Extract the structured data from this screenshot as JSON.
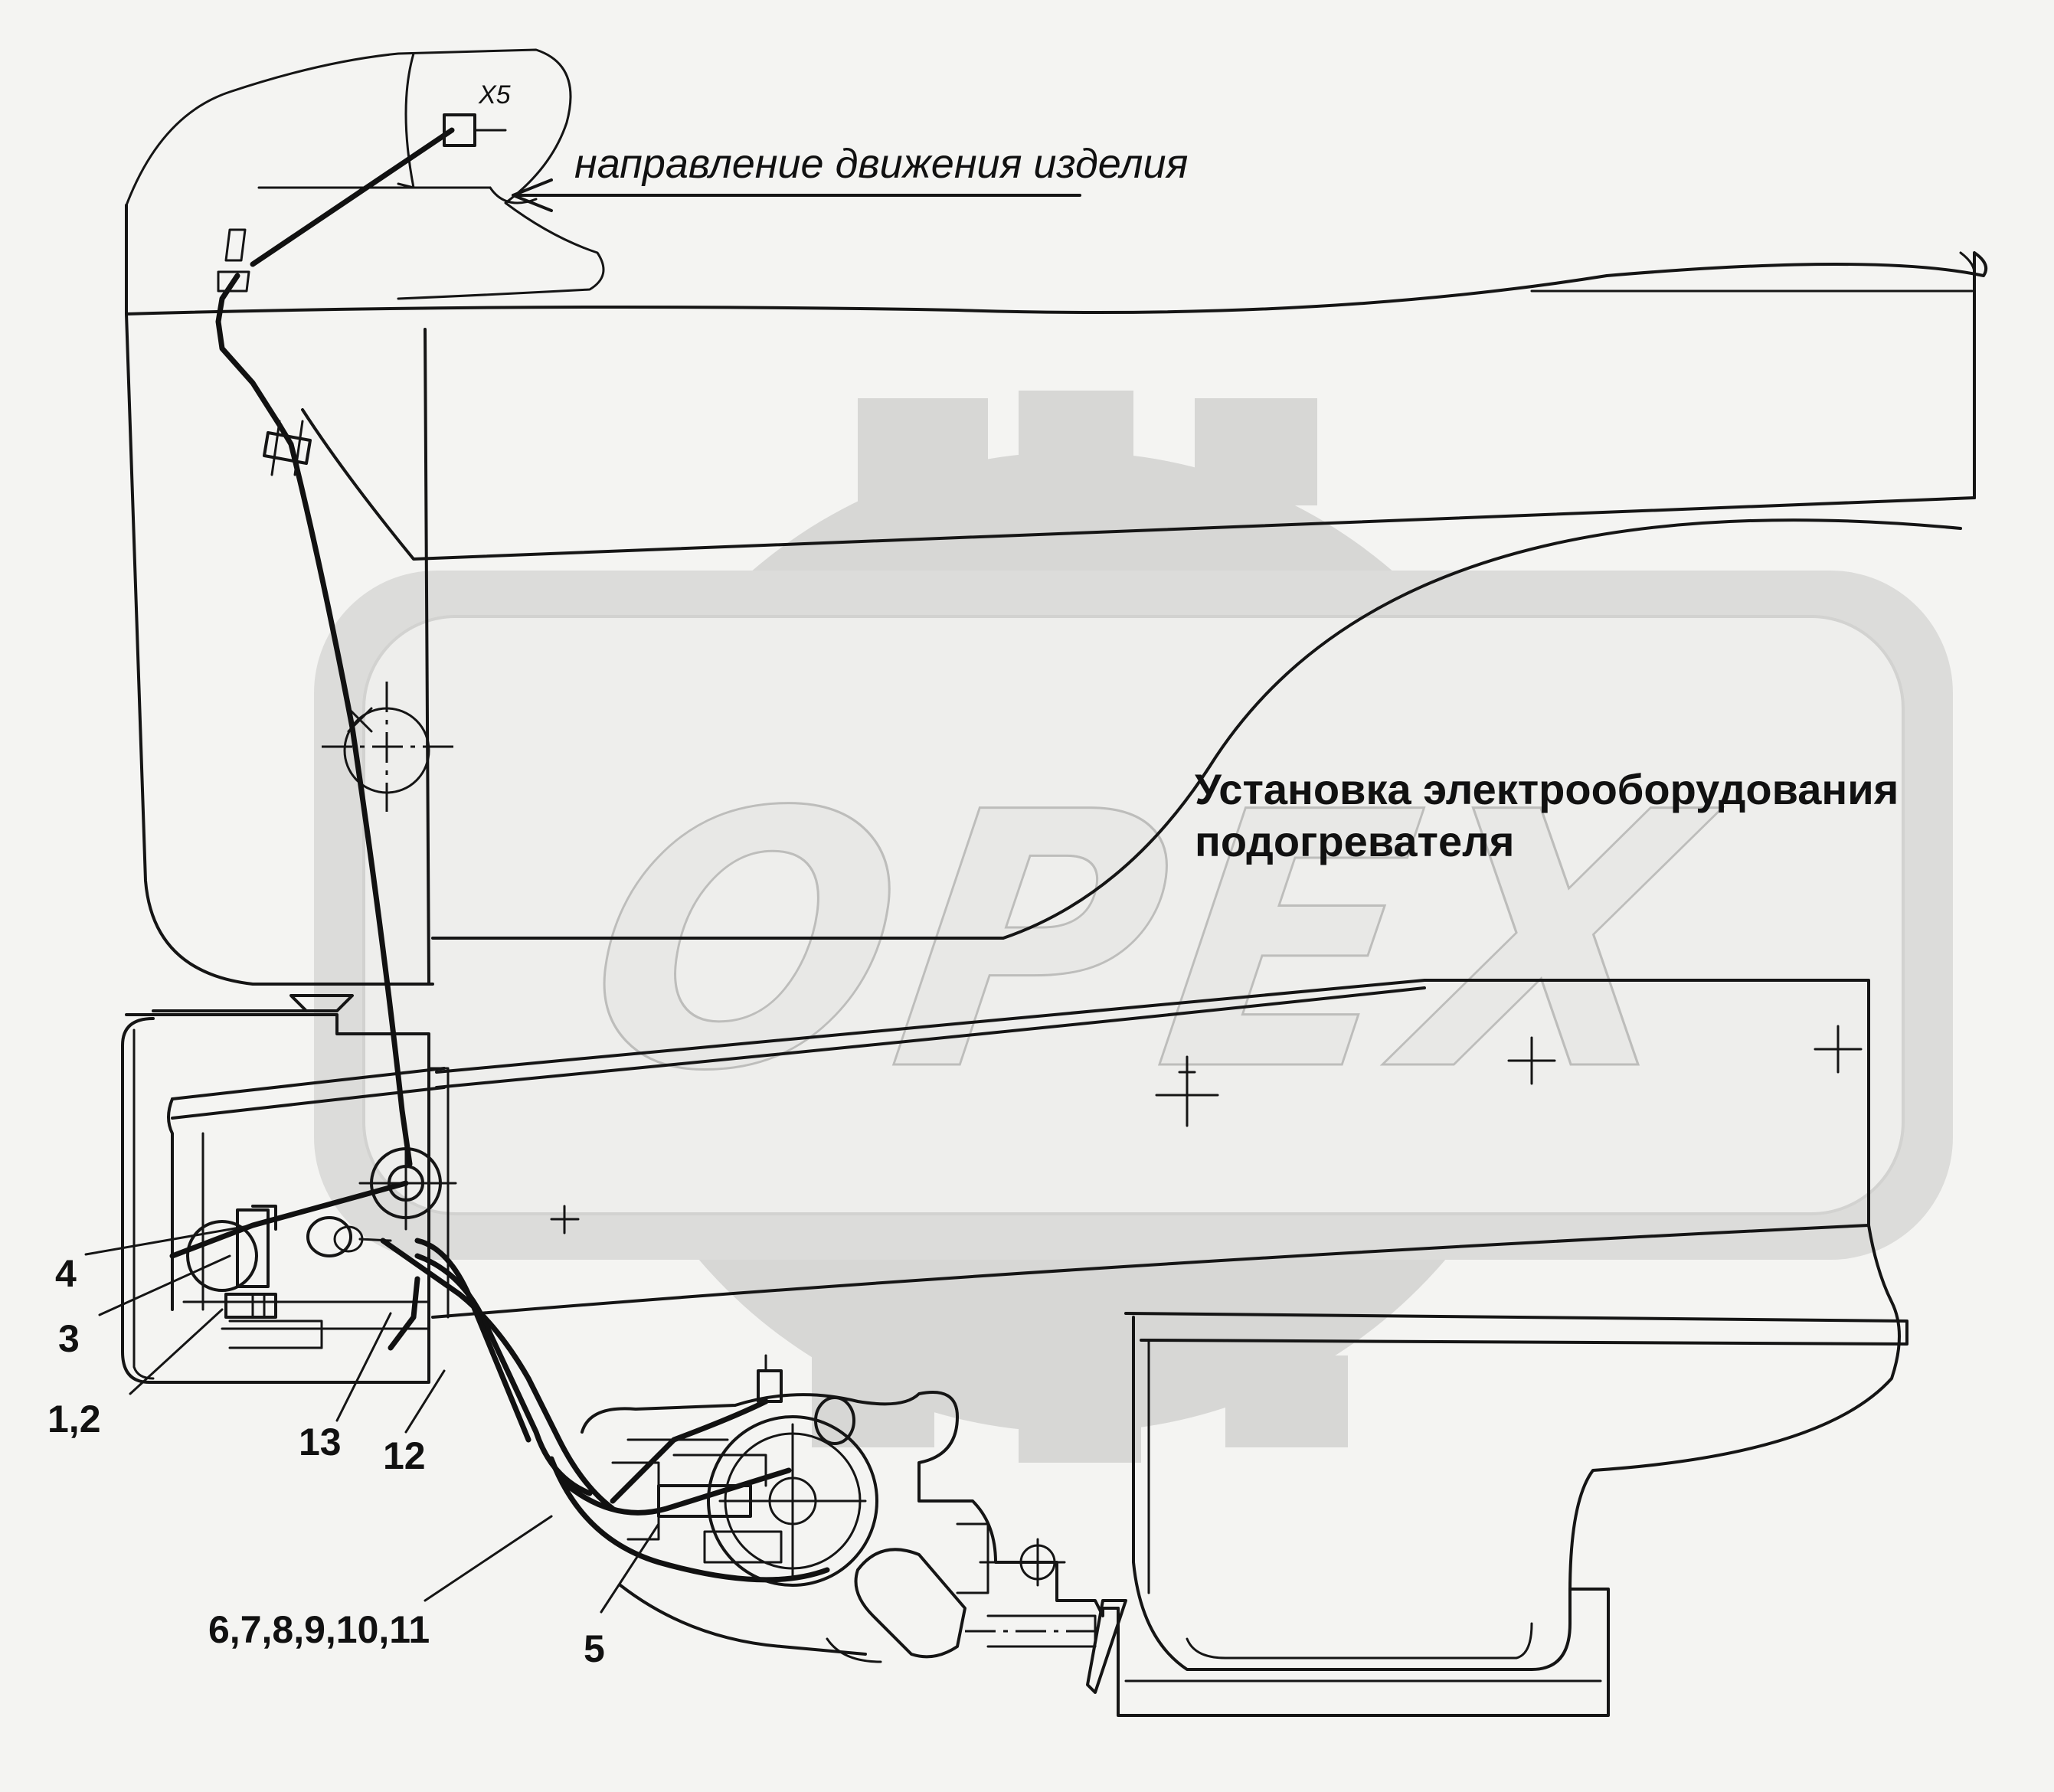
{
  "diagram": {
    "title_line1": "Установка электрооборудования",
    "title_line2": "подогревателя",
    "direction_label": "направление движения изделия",
    "connector_label": "X5",
    "watermark": "OPEX",
    "callouts": {
      "c4": "4",
      "c3": "3",
      "c12a": "1,2",
      "c13": "13",
      "c12": "12",
      "c6_11": "6,7,8,9,10,11",
      "c5": "5"
    }
  }
}
